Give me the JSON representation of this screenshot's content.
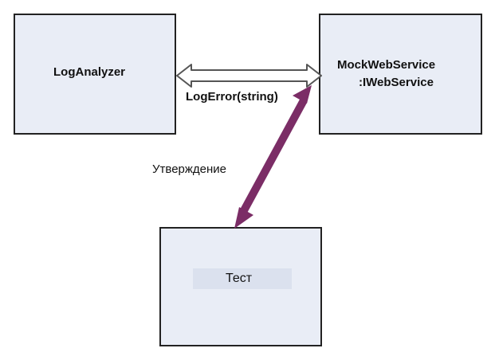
{
  "nodes": {
    "log_analyzer": "LogAnalyzer",
    "mock_service_line1": "MockWebService",
    "mock_service_line2": ":IWebService",
    "test": "Тест"
  },
  "edges": {
    "log_error": "LogError(string)",
    "assertion": "Утверждение"
  },
  "colors": {
    "box_fill": "#e9edf6",
    "box_border": "#222222",
    "assert_arrow": "#7b2d66",
    "call_arrow_outline": "#555555"
  }
}
